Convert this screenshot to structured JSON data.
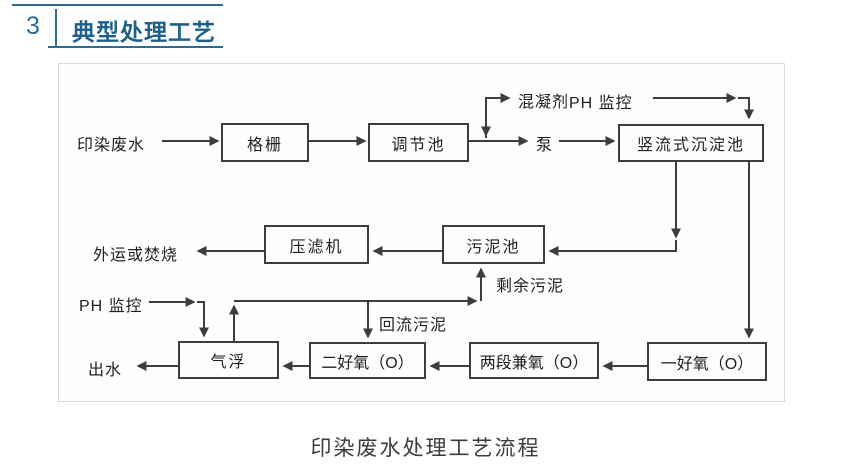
{
  "header": {
    "number": "3",
    "title": "典型处理工艺"
  },
  "caption": "印染废水处理工艺流程",
  "colors": {
    "header_accent": "#2b6b94",
    "diagram_line": "#3d3d3d"
  },
  "diagram": {
    "boxes": [
      {
        "id": "grid",
        "label": "格栅"
      },
      {
        "id": "regulating-tank",
        "label": "调节池"
      },
      {
        "id": "vertical-flow-sedimentation-tank",
        "label": "竖流式沉淀池"
      },
      {
        "id": "filter-press",
        "label": "压滤机"
      },
      {
        "id": "sludge-tank",
        "label": "污泥池"
      },
      {
        "id": "air-flotation",
        "label": "气浮"
      },
      {
        "id": "second-aerobic",
        "label": "二好氧（O）"
      },
      {
        "id": "two-stage-facultative",
        "label": "两段兼氧（O）"
      },
      {
        "id": "first-aerobic",
        "label": "一好氧（O）"
      }
    ],
    "labels": [
      {
        "id": "influent",
        "text": "印染废水"
      },
      {
        "id": "coagulant",
        "text": "混凝剂"
      },
      {
        "id": "pump",
        "text": "泵"
      },
      {
        "id": "ph-monitor-top",
        "text": "PH 监控"
      },
      {
        "id": "disposal",
        "text": "外运或焚烧"
      },
      {
        "id": "excess-sludge",
        "text": "剩余污泥"
      },
      {
        "id": "ph-monitor-bottom",
        "text": "PH 监控"
      },
      {
        "id": "return-sludge",
        "text": "回流污泥"
      },
      {
        "id": "effluent",
        "text": "出水"
      }
    ]
  }
}
